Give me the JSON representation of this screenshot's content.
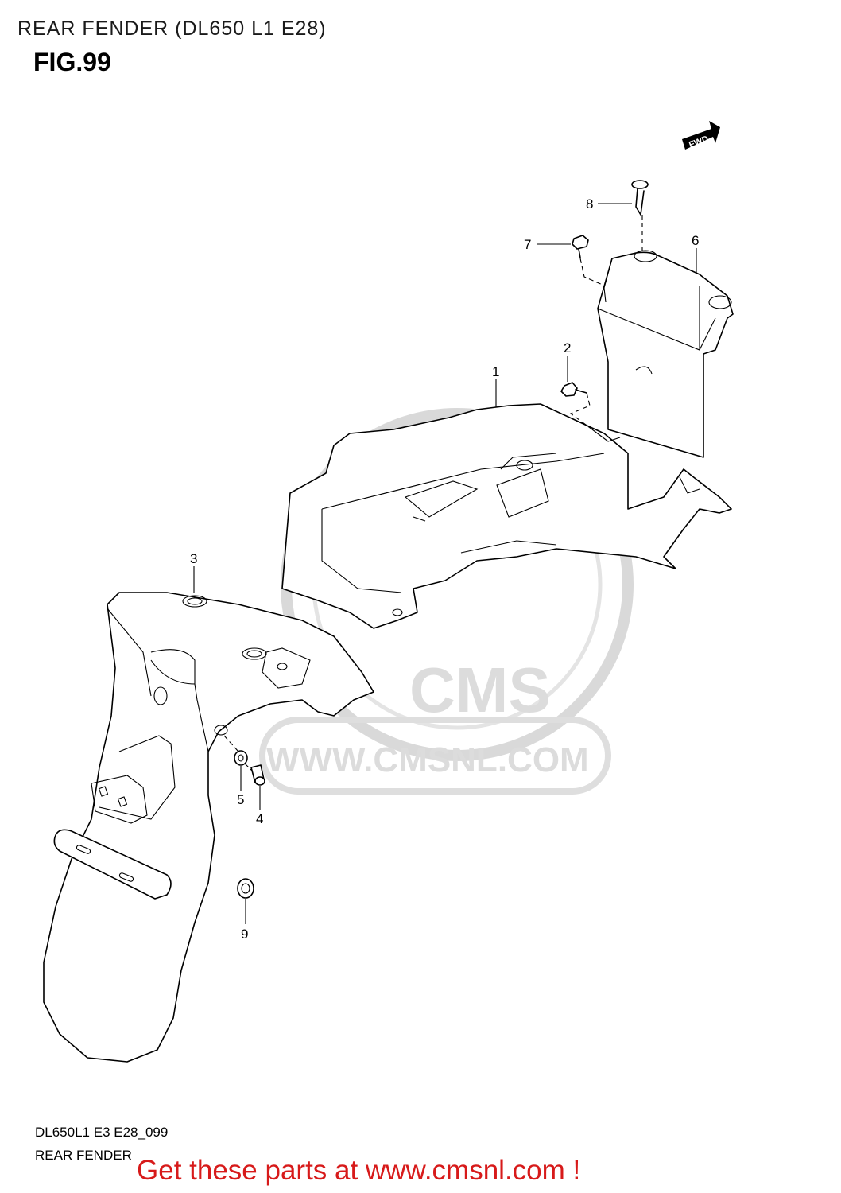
{
  "header": {
    "title": "REAR FENDER (DL650 L1 E28)",
    "figure": "FIG.99"
  },
  "diagram": {
    "direction_badge": "FWD",
    "watermark": {
      "logo": "CMS",
      "url": "WWW.CMSNL.COM"
    },
    "callouts": [
      {
        "number": "1",
        "part": "rear-fender-inner"
      },
      {
        "number": "2",
        "part": "bolt"
      },
      {
        "number": "3",
        "part": "rear-fender"
      },
      {
        "number": "4",
        "part": "screw"
      },
      {
        "number": "5",
        "part": "washer"
      },
      {
        "number": "6",
        "part": "box"
      },
      {
        "number": "7",
        "part": "bolt"
      },
      {
        "number": "8",
        "part": "screw"
      },
      {
        "number": "9",
        "part": "grommet"
      }
    ]
  },
  "footer": {
    "code": "DL650L1 E3 E28_099",
    "name": "REAR FENDER",
    "promo": "Get these parts at www.cmsnl.com !"
  }
}
